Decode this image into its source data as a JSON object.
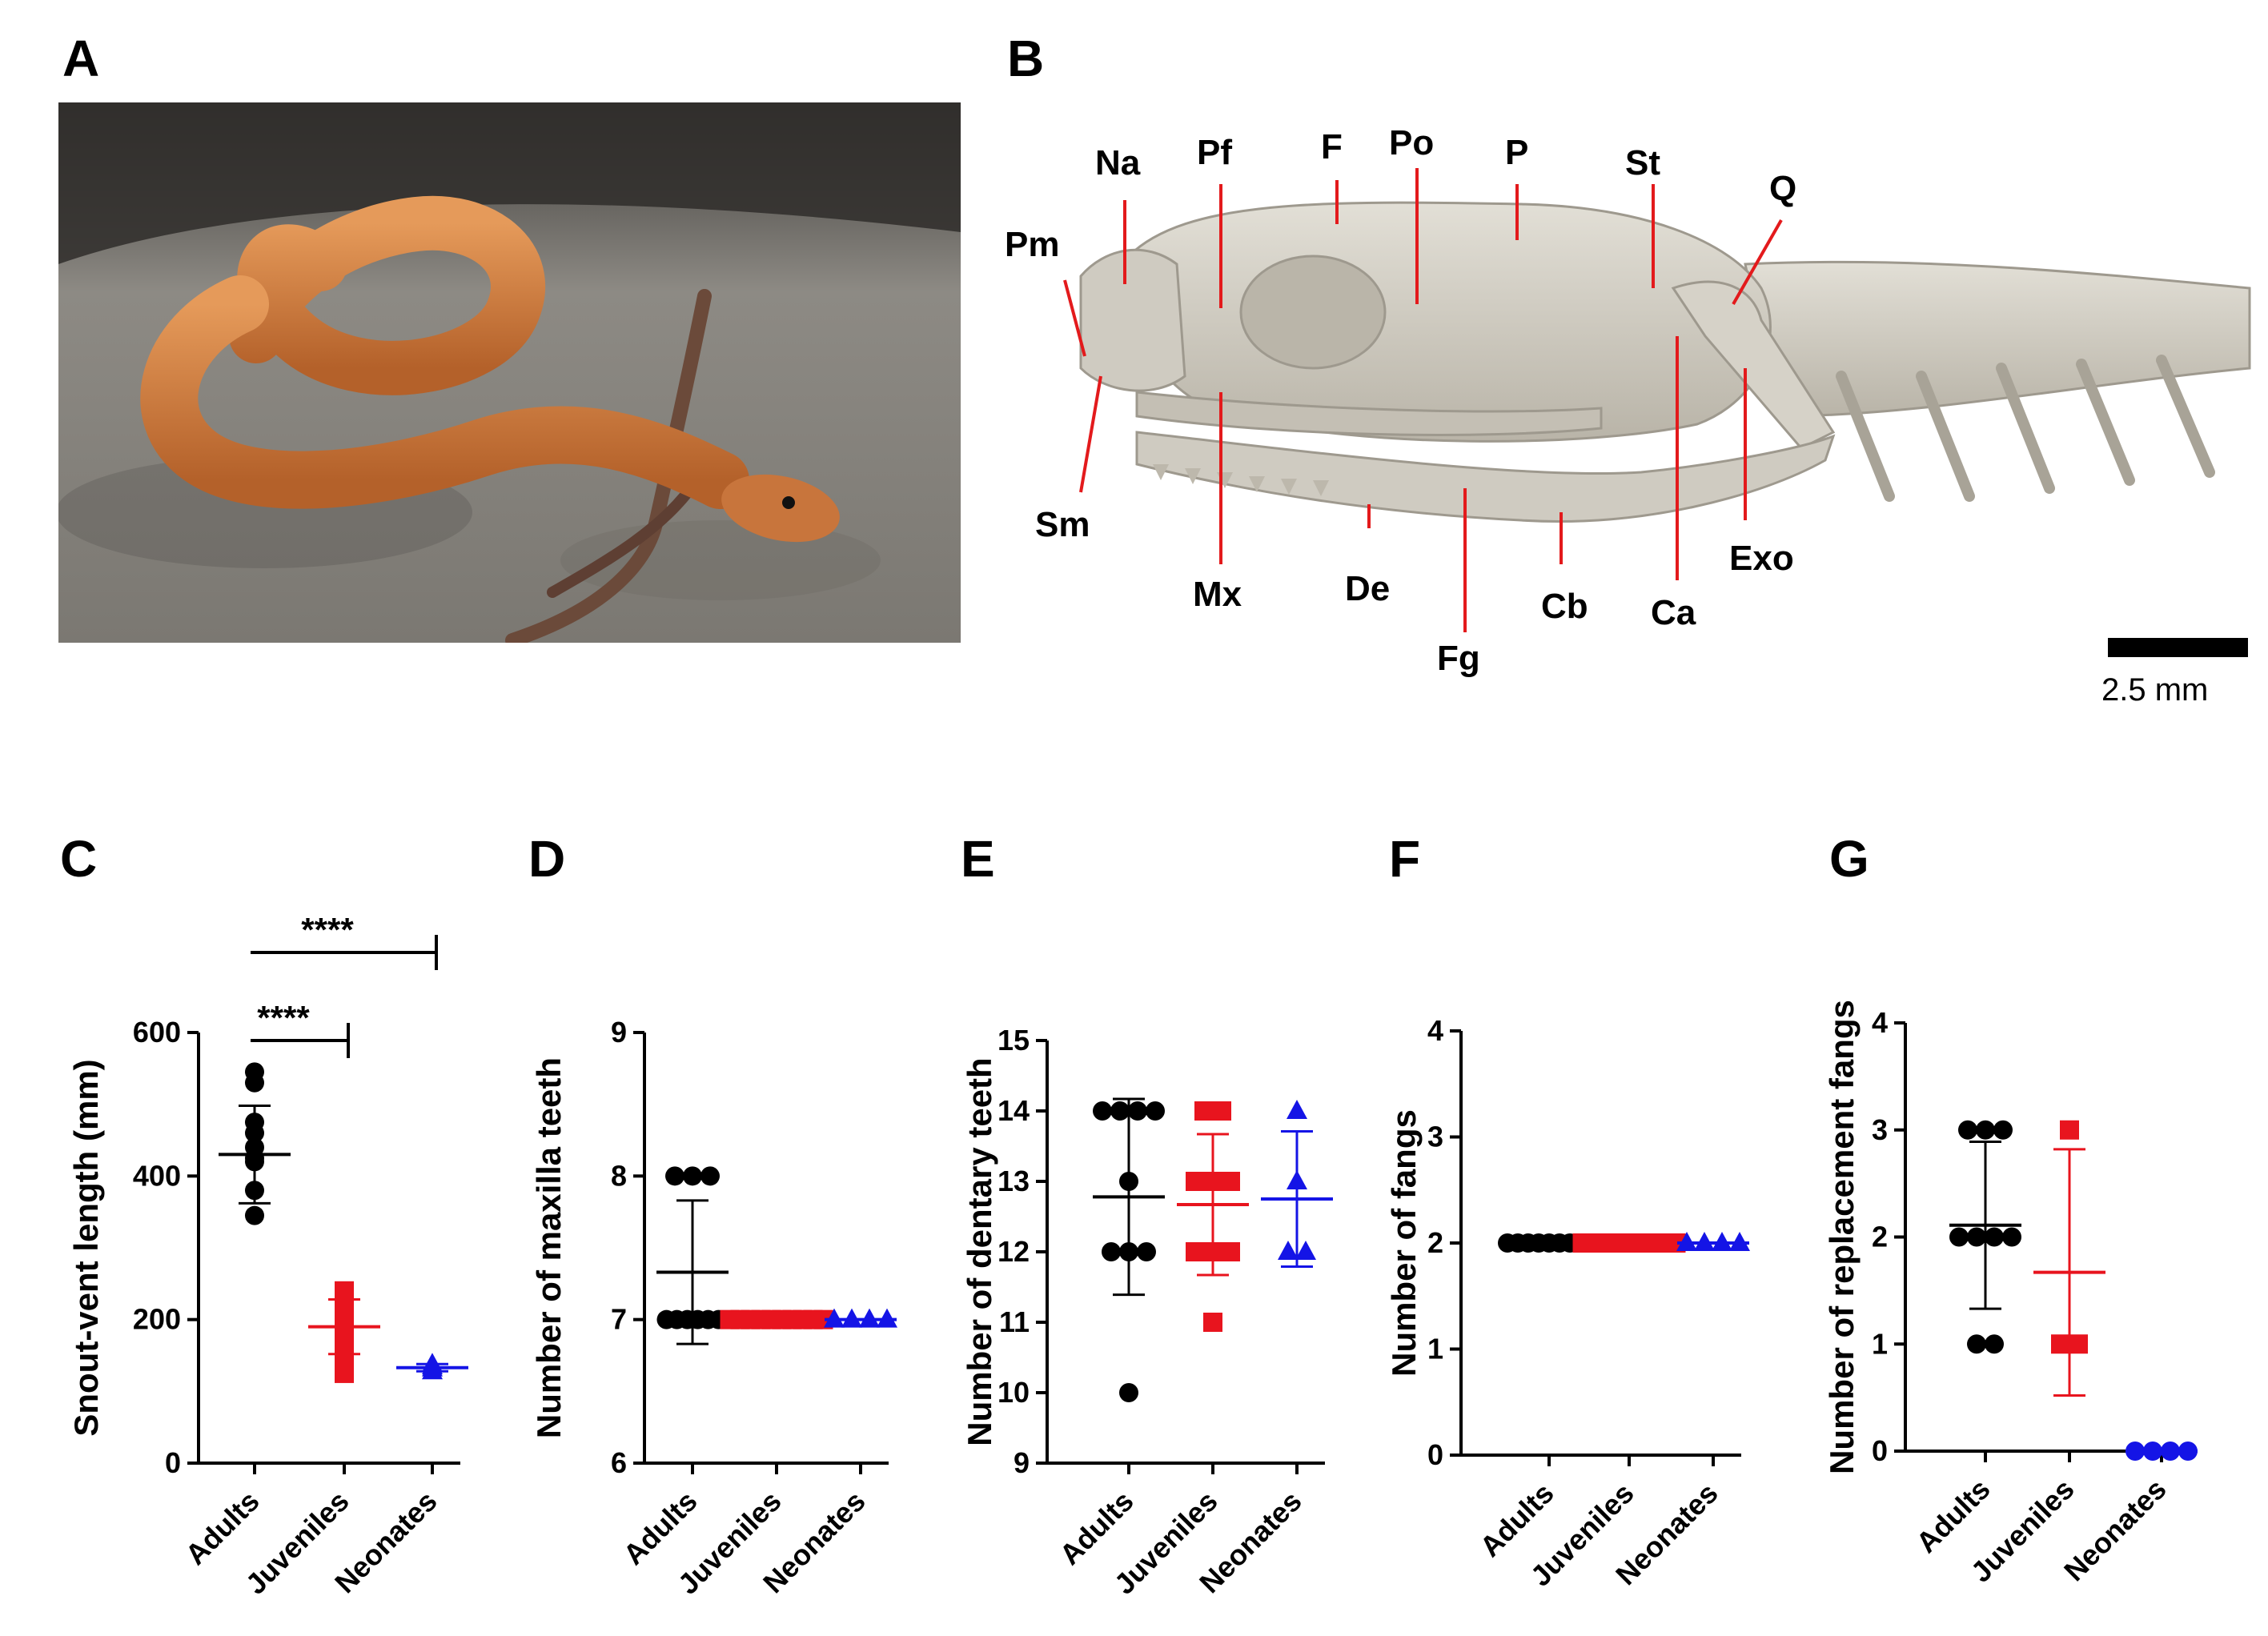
{
  "panels": {
    "A": "A",
    "B": "B"
  },
  "photo": {
    "background": "#8e8a83",
    "snake_color": "#c8753c"
  },
  "skull": {
    "labels": [
      "Na",
      "Pf",
      "F",
      "Po",
      "P",
      "St",
      "Q",
      "Pm",
      "Sm",
      "Mx",
      "De",
      "Fg",
      "Cb",
      "Ca",
      "Exo"
    ],
    "scale_bar": "2.5 mm",
    "label_line_color": "#e31a1c"
  },
  "colors": {
    "Adults": "#000000",
    "Juveniles": "#e8141e",
    "Neonates": "#1414e6"
  },
  "chart_data": [
    {
      "panel": "C",
      "type": "scatter",
      "ylabel": "Snout-vent length (mm)",
      "categories": [
        "Adults",
        "Juveniles",
        "Neonates"
      ],
      "yticks": [
        0,
        200,
        400,
        600
      ],
      "ylim": [
        0,
        600
      ],
      "marker": [
        "circle",
        "square",
        "triangle"
      ],
      "series": [
        {
          "name": "Adults",
          "values": [
            545,
            530,
            475,
            460,
            440,
            425,
            420,
            380,
            345
          ],
          "mean": 430,
          "sd": 68
        },
        {
          "name": "Juveniles",
          "values": [
            240,
            228,
            220,
            210,
            195,
            190,
            175,
            160,
            140,
            125
          ],
          "mean": 190,
          "sd": 38
        },
        {
          "name": "Neonates",
          "values": [
            138,
            135,
            132,
            128
          ],
          "mean": 133,
          "sd": 5
        }
      ],
      "significance": [
        {
          "from": "Adults",
          "to": "Juveniles",
          "label": "****"
        },
        {
          "from": "Adults",
          "to": "Neonates",
          "label": "****"
        }
      ]
    },
    {
      "panel": "D",
      "type": "scatter",
      "ylabel": "Number of maxilla teeth",
      "categories": [
        "Adults",
        "Juveniles",
        "Neonates"
      ],
      "yticks": [
        6,
        7,
        8,
        9
      ],
      "ylim": [
        6,
        9
      ],
      "marker": [
        "circle",
        "square",
        "triangle"
      ],
      "series": [
        {
          "name": "Adults",
          "values": [
            8,
            8,
            8,
            7,
            7,
            7,
            7,
            7,
            7
          ],
          "mean": 7.33,
          "sd": 0.5
        },
        {
          "name": "Juveniles",
          "values": [
            7,
            7,
            7,
            7,
            7,
            7,
            7,
            7,
            7,
            7
          ],
          "mean": 7,
          "sd": 0
        },
        {
          "name": "Neonates",
          "values": [
            7,
            7,
            7,
            7
          ],
          "mean": 7,
          "sd": 0
        }
      ]
    },
    {
      "panel": "E",
      "type": "scatter",
      "ylabel": "Number of dentary teeth",
      "categories": [
        "Adults",
        "Juveniles",
        "Neonates"
      ],
      "yticks": [
        9,
        10,
        11,
        12,
        13,
        14,
        15
      ],
      "ylim": [
        9,
        15
      ],
      "marker": [
        "circle",
        "square",
        "triangle"
      ],
      "series": [
        {
          "name": "Adults",
          "values": [
            14,
            14,
            14,
            14,
            13,
            12,
            12,
            12,
            10
          ],
          "mean": 12.78,
          "sd": 1.39
        },
        {
          "name": "Juveniles",
          "values": [
            14,
            14,
            13,
            13,
            13,
            12,
            12,
            12,
            11
          ],
          "mean": 12.67,
          "sd": 1.0
        },
        {
          "name": "Neonates",
          "values": [
            14,
            13,
            12,
            12
          ],
          "mean": 12.75,
          "sd": 0.96
        }
      ]
    },
    {
      "panel": "F",
      "type": "scatter",
      "ylabel": "Number of fangs",
      "categories": [
        "Adults",
        "Juveniles",
        "Neonates"
      ],
      "yticks": [
        0,
        1,
        2,
        3,
        4
      ],
      "ylim": [
        0,
        4
      ],
      "marker": [
        "circle",
        "square",
        "triangle"
      ],
      "series": [
        {
          "name": "Adults",
          "values": [
            2,
            2,
            2,
            2,
            2,
            2,
            2,
            2,
            2
          ],
          "mean": 2,
          "sd": 0
        },
        {
          "name": "Juveniles",
          "values": [
            2,
            2,
            2,
            2,
            2,
            2,
            2,
            2,
            2,
            2
          ],
          "mean": 2,
          "sd": 0
        },
        {
          "name": "Neonates",
          "values": [
            2,
            2,
            2,
            2
          ],
          "mean": 2,
          "sd": 0
        }
      ]
    },
    {
      "panel": "G",
      "type": "scatter",
      "ylabel": "Number of replacement fangs",
      "categories": [
        "Adults",
        "Juveniles",
        "Neonates"
      ],
      "yticks": [
        0,
        1,
        2,
        3,
        4
      ],
      "ylim": [
        0,
        4
      ],
      "marker": [
        "circle",
        "square",
        "circle"
      ],
      "series": [
        {
          "name": "Adults",
          "values": [
            3,
            3,
            3,
            2,
            2,
            2,
            2,
            1,
            1
          ],
          "mean": 2.11,
          "sd": 0.78
        },
        {
          "name": "Juveniles",
          "values": [
            3,
            1,
            1
          ],
          "mean": 1.67,
          "sd": 1.15
        },
        {
          "name": "Neonates",
          "values": [
            0,
            0,
            0,
            0
          ],
          "mean": 0,
          "sd": 0
        }
      ]
    }
  ]
}
